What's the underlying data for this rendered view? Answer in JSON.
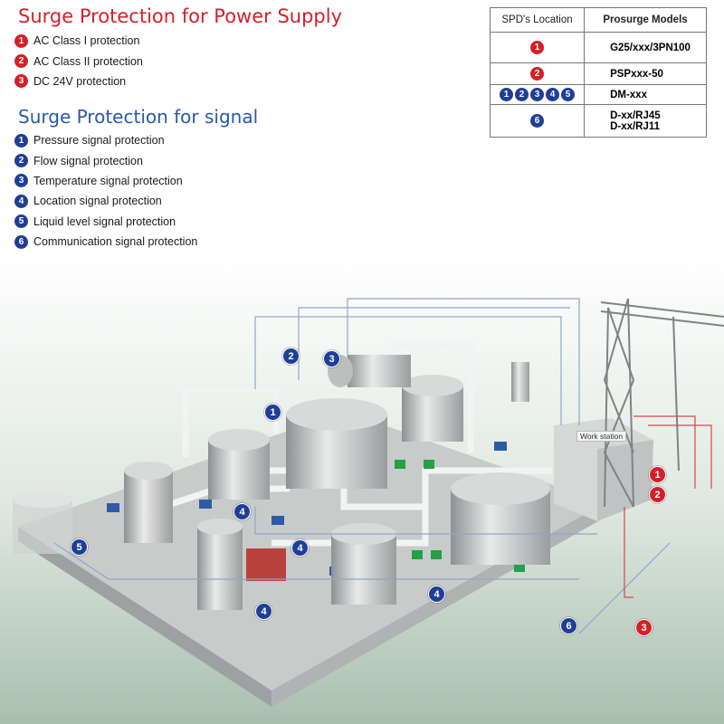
{
  "power": {
    "title": "Surge Protection for Power Supply",
    "items": [
      {
        "num": "1",
        "label": "AC Class I protection"
      },
      {
        "num": "2",
        "label": "AC Class II protection"
      },
      {
        "num": "3",
        "label": "DC 24V protection"
      }
    ]
  },
  "signal": {
    "title": "Surge Protection for signal",
    "items": [
      {
        "num": "1",
        "label": "Pressure signal protection"
      },
      {
        "num": "2",
        "label": "Flow signal protection"
      },
      {
        "num": "3",
        "label": "Temperature signal protection"
      },
      {
        "num": "4",
        "label": "Location signal protection"
      },
      {
        "num": "5",
        "label": "Liquid level signal protection"
      },
      {
        "num": "6",
        "label": "Communication signal protection"
      }
    ]
  },
  "table": {
    "header_location": "SPD's Location",
    "header_models": "Prosurge Models",
    "rows": [
      {
        "badges": [
          "1"
        ],
        "color": "red",
        "models": [
          "G25/xxx/3PN100"
        ]
      },
      {
        "badges": [
          "2"
        ],
        "color": "red",
        "models": [
          "PSPxxx-50"
        ]
      },
      {
        "badges": [
          "1",
          "2",
          "3",
          "4",
          "5"
        ],
        "color": "blue",
        "models": [
          "DM-xxx"
        ]
      },
      {
        "badges": [
          "6"
        ],
        "color": "blue",
        "models": [
          "D-xx/RJ45",
          "D-xx/RJ11"
        ]
      }
    ]
  },
  "diagram": {
    "workstation_label": "Work station",
    "callouts": {
      "signal": [
        "1",
        "2",
        "3",
        "4",
        "4",
        "4",
        "4",
        "5",
        "6"
      ],
      "power": [
        "1",
        "2",
        "3"
      ]
    }
  },
  "colors": {
    "power_red": "#d3202a",
    "signal_blue": "#1f3f96",
    "title_red": "#d4212a",
    "title_blue": "#2a58a8"
  }
}
